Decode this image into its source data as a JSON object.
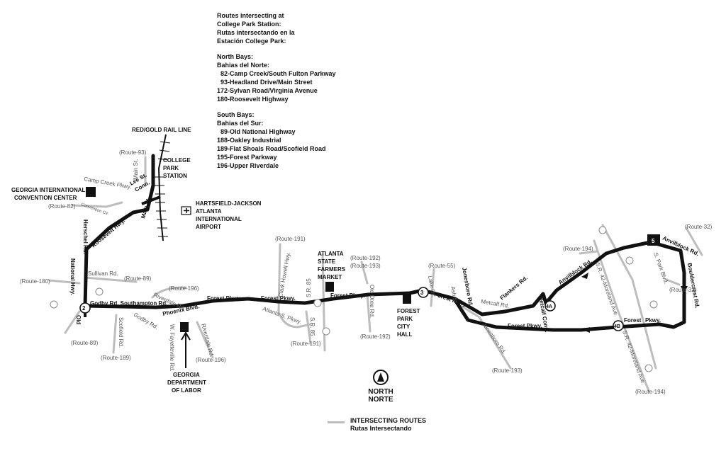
{
  "info": {
    "heading": [
      "Routes intersecting at",
      "College Park Station:",
      "Rutas intersectando en la",
      "Estación College Park:"
    ],
    "north_heading": [
      "North Bays:",
      "Bahias del Norte:"
    ],
    "north_routes": [
      "  82-Camp Creek/South Fulton Parkway",
      "  93-Headland Drive/Main Street",
      "172-Sylvan Road/Virginia Avenue",
      "180-Roosevelt Highway"
    ],
    "south_heading": [
      "South Bays:",
      "Bahias del Sur:"
    ],
    "south_routes": [
      "  89-Old National Highway",
      "188-Oakley Industrial",
      "189-Flat Shoals Road/Scofield Road",
      "195-Forest Parkway",
      "196-Upper Riverdale"
    ]
  },
  "landmarks": {
    "rail": "RED/GOLD RAIL LINE",
    "station": [
      "COLLEGE",
      "PARK",
      "STATION"
    ],
    "convention": [
      "GEORGIA INTERNATIONAL",
      "CONVENTION CENTER"
    ],
    "airport": [
      "HARTSFIELD-JACKSON",
      "ATLANTA",
      "INTERNATIONAL",
      "AIRPORT"
    ],
    "market": [
      "ATLANTA",
      "STATE",
      "FARMERS",
      "MARKET"
    ],
    "city_hall": [
      "FOREST",
      "PARK",
      "CITY",
      "HALL"
    ],
    "labor": [
      "GEORGIA",
      "DEPARTMENT",
      "OF LABOR"
    ]
  },
  "streets": {
    "main_st": "Main St.",
    "lee_st": "Lee St.",
    "conn": "Conn.",
    "main_st2": "Main St.",
    "camp_creek": "Camp Creek Pkwy.",
    "convention_ctr": "Convention Ctr.",
    "herschel": "Herschel Rd.",
    "roosevelt": "Roosevelt Hwy.",
    "sullivan": "Sullivan Rd.",
    "national": "National Hwy.",
    "old": "Old",
    "godby_south": "Godby Rd. Southampton Rd.",
    "godby": "Godby Rd.",
    "scofield": "Scofield Rd.",
    "phoenix": "Phoenix Blvd.",
    "riverdale": "Riverdale Rd.",
    "riverdale2": "Riverdale Rd.",
    "fayetteville": "W. Fayetteville Rd.",
    "forest1": "Forest Pkwy.",
    "forest2": "Forest Pkwy.",
    "forest3": "Forest Pkwy.",
    "forest4": "Forest Pkwy.",
    "forest5": "Forest Pkwy.",
    "forest6": "Forest",
    "forest7": "Pkwy.",
    "clark": "Clark Howell Hwy.",
    "atlanta_s": "Atlanta S. Pkwy.",
    "sr85a": "S.R. 85",
    "sr85b": "S.R. 85",
    "old_dixie": "Old Dixie Rd.",
    "lake": "Lake Dr.",
    "ash": "Ash St.",
    "jonesboro": "Jonesboro Rd.",
    "jonesboro2": "Jonesboro Rd.",
    "metcalf": "Metcalf Rd.",
    "flankers": "Flankers Rd.",
    "metcalf_conn": "Metcalf Conn.",
    "anvilblock": "Anvilblock Rd.",
    "anvilblock2": "Anvilblock Rd.",
    "moreland1": "S.R. 42-Moreland Ave.",
    "moreland2": "S.R. 42-Moreland Ave.",
    "park": "S. Park Blvd.",
    "bouldercrest": "Bouldercrest Rd."
  },
  "route_tags": {
    "r93": "(Route-93)",
    "r82": "(Route-82)",
    "r180": "(Route-180)",
    "r89a": "(Route-89)",
    "r89b": "(Route-89)",
    "r189": "(Route-189)",
    "r196a": "(Route-196)",
    "r196b": "(Route-196)",
    "r191a": "(Route-191)",
    "r191b": "(Route-191)",
    "r192a": "(Route-192)",
    "r193a": "(Route-193)",
    "r192b": "(Route-192)",
    "r55": "(Route-55)",
    "r193b": "(Route-193)",
    "r194a": "(Route-194)",
    "r32a": "(Route-32)",
    "r32b": "(Route-32)",
    "r194b": "(Route-194)"
  },
  "stops": {
    "s2": "2",
    "s3": "3",
    "s4a": "4A",
    "s4b": "4B",
    "s5": "5"
  },
  "north": [
    "NORTH",
    "NORTE"
  ],
  "legend": [
    "INTERSECTING ROUTES",
    "Rutas Intersectando"
  ],
  "colors": {
    "route": "#111111",
    "intersecting": "#bdbdbd",
    "ink": "#111111"
  }
}
